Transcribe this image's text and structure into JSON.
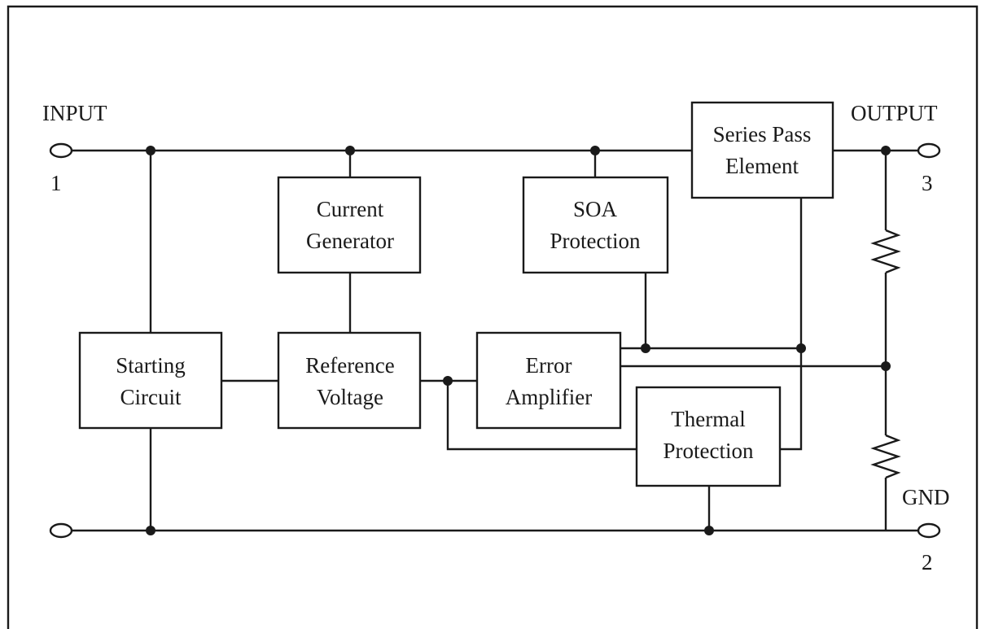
{
  "terminals": {
    "input": {
      "label": "INPUT",
      "pin": "1"
    },
    "output": {
      "label": "OUTPUT",
      "pin": "3"
    },
    "gnd": {
      "label": "GND",
      "pin": "2"
    }
  },
  "blocks": {
    "starting_circuit": [
      "Starting",
      "Circuit"
    ],
    "current_generator": [
      "Current",
      "Generator"
    ],
    "reference_voltage": [
      "Reference",
      "Voltage"
    ],
    "soa_protection": [
      "SOA",
      "Protection"
    ],
    "error_amplifier": [
      "Error",
      "Amplifier"
    ],
    "series_pass_element": [
      "Series Pass",
      "Element"
    ],
    "thermal_protection": [
      "Thermal",
      "Protection"
    ]
  },
  "colors": {
    "line": "#1a1a1a",
    "background": "#ffffff"
  }
}
